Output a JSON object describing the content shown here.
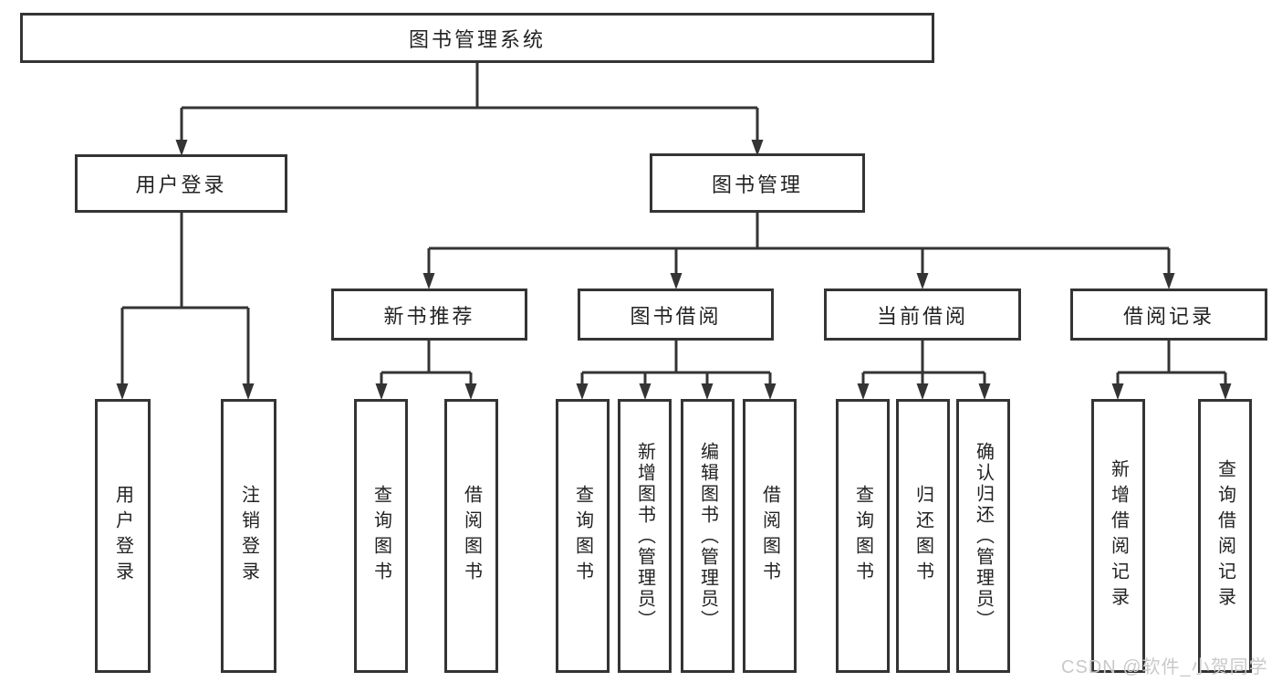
{
  "diagram": {
    "root": "图书管理系统",
    "level2": {
      "login": "用户登录",
      "management": "图书管理"
    },
    "level3": {
      "recommend": "新书推荐",
      "borrow": "图书借阅",
      "current": "当前借阅",
      "records": "借阅记录"
    },
    "leaves": {
      "login": [
        "用户登录",
        "注销登录"
      ],
      "recommend": [
        "查询图书",
        "借阅图书"
      ],
      "borrow": [
        "查询图书",
        "新增图书（管理员）",
        "编辑图书（管理员）",
        "借阅图书"
      ],
      "current": [
        "查询图书",
        "归还图书",
        "确认归还（管理员）"
      ],
      "records": [
        "新增借阅记录",
        "查询借阅记录"
      ]
    },
    "watermark": "CSDN @软件_小贺同学",
    "colors": {
      "line": "#343434",
      "text": "#222222",
      "watermark": "#c9c9c9",
      "background": "#ffffff"
    }
  }
}
